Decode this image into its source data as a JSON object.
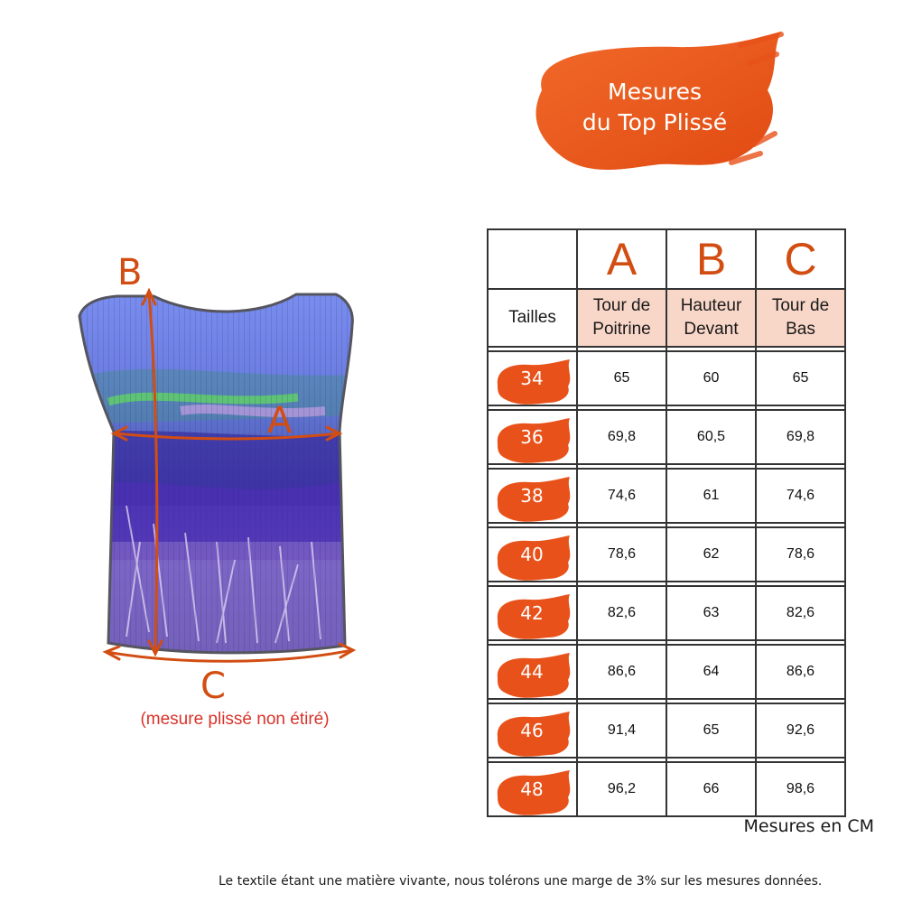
{
  "title": {
    "line1": "Mesures",
    "line2": "du Top Plissé"
  },
  "diagram": {
    "label_b": "B",
    "label_a": "A",
    "label_c": "C",
    "note": "(mesure plissé non étiré)"
  },
  "table": {
    "header_letters": [
      "A",
      "B",
      "C"
    ],
    "header_tailles": "Tailles",
    "header_desc": [
      {
        "line1": "Tour de",
        "line2": "Poitrine"
      },
      {
        "line1": "Hauteur",
        "line2": "Devant"
      },
      {
        "line1": "Tour de",
        "line2": "Bas"
      }
    ],
    "rows": [
      {
        "size": "34",
        "a": "65",
        "b": "60",
        "c": "65"
      },
      {
        "size": "36",
        "a": "69,8",
        "b": "60,5",
        "c": "69,8"
      },
      {
        "size": "38",
        "a": "74,6",
        "b": "61",
        "c": "74,6"
      },
      {
        "size": "40",
        "a": "78,6",
        "b": "62",
        "c": "78,6"
      },
      {
        "size": "42",
        "a": "82,6",
        "b": "63",
        "c": "82,6"
      },
      {
        "size": "44",
        "a": "86,6",
        "b": "64",
        "c": "86,6"
      },
      {
        "size": "46",
        "a": "91,4",
        "b": "65",
        "c": "92,6"
      },
      {
        "size": "48",
        "a": "96,2",
        "b": "66",
        "c": "98,6"
      }
    ]
  },
  "units": "Mesures en CM",
  "disclaimer": "Le textile étant une matière vivante, nous tolérons une marge de 3% sur les mesures données.",
  "colors": {
    "accent_orange": "#e8521a",
    "label_orange": "#d24d12",
    "header_pink": "#f8d6c8",
    "note_red": "#d9332a",
    "top_blue": "#6b7de0",
    "lavender_purple": "#5a3fb3"
  }
}
